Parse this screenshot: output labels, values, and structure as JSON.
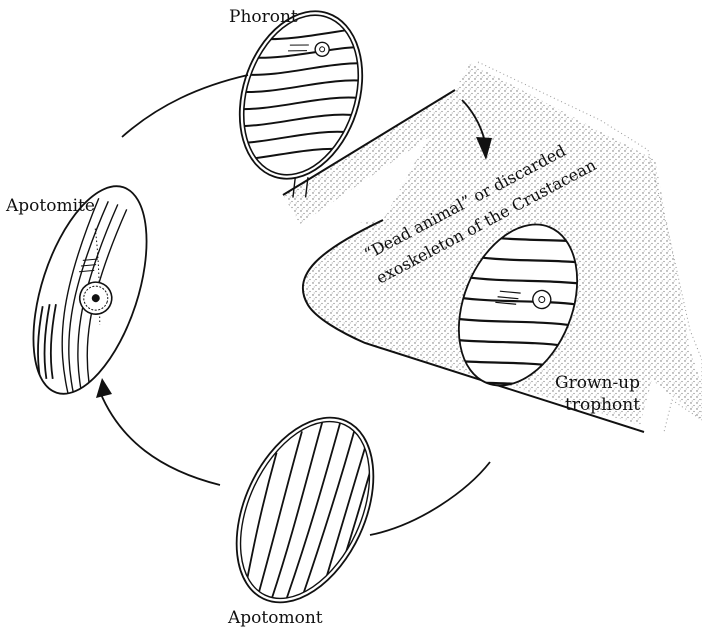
{
  "labels": {
    "phoront": "Phoront",
    "apotomite": "Apotomite",
    "apotomont": "Apotomont",
    "trophont_line1": "Grown-up",
    "trophont_line2": "trophont",
    "substrate_line1": "“Dead animal” or discarded",
    "substrate_line2": "exoskeleton of the Crustacean"
  },
  "colors": {
    "ink": "#111111",
    "stipple": "#6e6e6e",
    "paper": "#ffffff"
  },
  "icons": {
    "arrow": "arrowhead",
    "nucleus": "rosette-nucleus"
  }
}
